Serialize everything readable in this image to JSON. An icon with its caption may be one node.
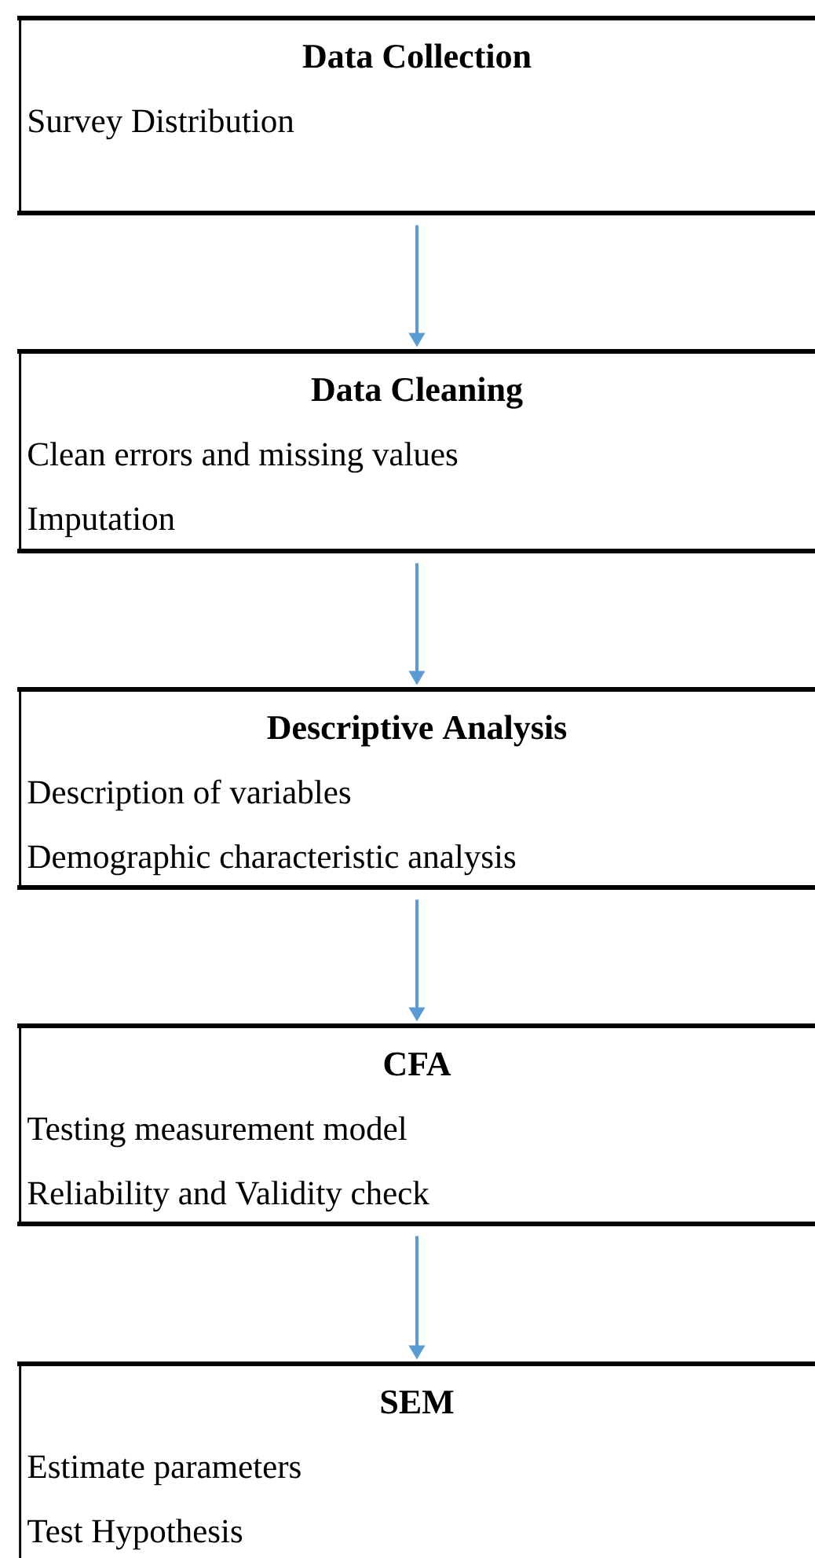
{
  "diagram": {
    "nodes": [
      {
        "text": [
          "Data Collection",
          "Survey Distribution"
        ]
      },
      {
        "text": [
          "Data Cleaning",
          "Clean errors and missing values",
          "Imputation"
        ]
      },
      {
        "text": [
          "Descriptive Analysis",
          "Description of variables",
          "Demographic characteristic analysis"
        ]
      },
      {
        "text": [
          "CFA",
          "Testing measurement model",
          "Reliability and Validity check"
        ]
      },
      {
        "text": [
          "SEM",
          "Estimate parameters",
          "Test Hypothesis"
        ]
      }
    ],
    "edges": [
      {
        "from": 0,
        "to": 1,
        "arrow": "to"
      },
      {
        "from": 1,
        "to": 2,
        "arrow": "to"
      },
      {
        "from": 2,
        "to": 3,
        "arrow": "to"
      },
      {
        "from": 3,
        "to": 4,
        "arrow": "to"
      }
    ]
  }
}
